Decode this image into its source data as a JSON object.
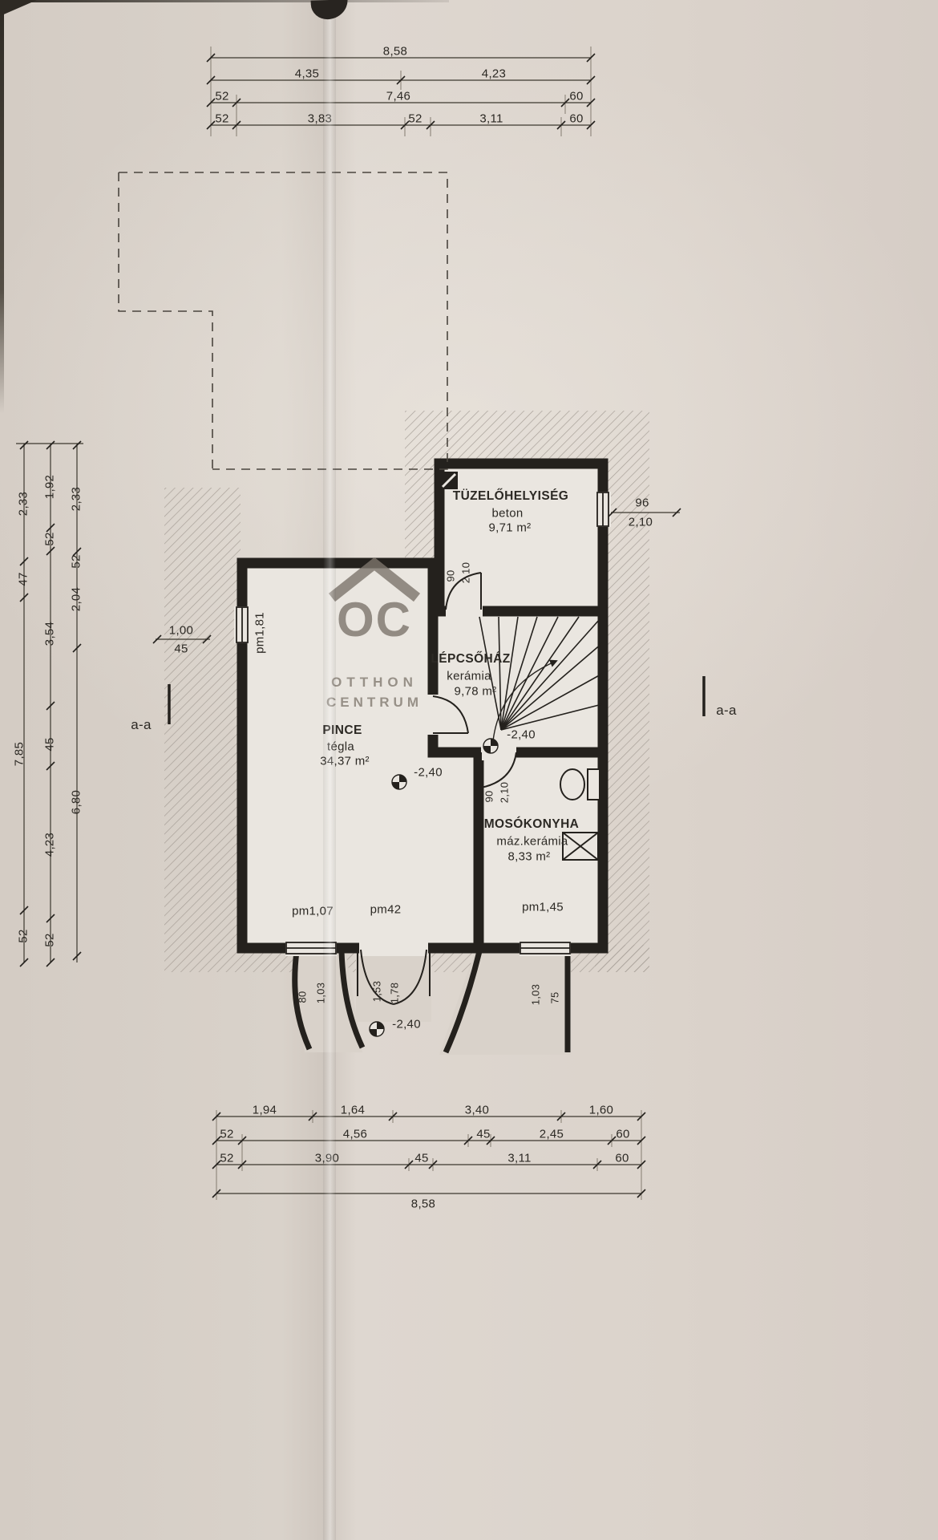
{
  "watermark": {
    "logo": "OC",
    "line1": "OTTHON",
    "line2": "CENTRUM"
  },
  "rooms": {
    "tuzelo": {
      "name": "TÜZELŐHELYISÉG",
      "material": "beton",
      "area": "9,71 m²"
    },
    "lepcso": {
      "name": "LÉPCSŐHÁZ",
      "material": "kerámia",
      "area": "9,78 m²"
    },
    "pince": {
      "name": "PINCE",
      "material": "tégla",
      "area": "34,37 m²"
    },
    "moso": {
      "name": "MOSÓKONYHA",
      "material": "máz.kerámia",
      "area": "8,33 m²"
    }
  },
  "section": {
    "left": "a-a",
    "right": "a-a"
  },
  "levels": {
    "lepcso": "-2,40",
    "pince": "-2,40",
    "exterior": "-2,40"
  },
  "top_dims": {
    "total": "8,58",
    "r2_1": "4,35",
    "r2_2": "4,23",
    "r3_1": "52",
    "r3_2": "7,46",
    "r3_3": "60",
    "r4_1": "52",
    "r4_2": "3,83",
    "r4_3": "52",
    "r4_4": "3,11",
    "r4_5": "60"
  },
  "left_dims": {
    "a1": "2,33",
    "a2": "47",
    "a3": "7,85",
    "a4": "52",
    "b1": "1,92",
    "b2": "52",
    "b3": "3,54",
    "b4": "45",
    "b5": "4,23",
    "b6": "52",
    "c1": "2,33",
    "c2": "52",
    "c3": "2,04",
    "c4": "6,80"
  },
  "bottom_dims": {
    "r1_1": "1,94",
    "r1_2": "1,64",
    "r1_3": "3,40",
    "r1_4": "1,60",
    "r2_1": "52",
    "r2_2": "4,56",
    "r2_3": "45",
    "r2_4": "2,45",
    "r2_5": "60",
    "r3_1": "52",
    "r3_2": "3,90",
    "r3_3": "45",
    "r3_4": "3,11",
    "r3_5": "60",
    "total": "8,58"
  },
  "openings": {
    "pince_window": {
      "width": "1,00",
      "sill": "45",
      "pm": "pm1,81"
    },
    "tuzelo_door": {
      "w": "90",
      "h": "2,10"
    },
    "tuzelo_window": {
      "w": "96",
      "h": "2,10"
    },
    "moso_door": {
      "w": "90",
      "h": "2,10"
    },
    "pince_window_a": "pm1,07",
    "pince_door_b": "pm42",
    "moso_window_c": "pm1,45",
    "exit_a": {
      "d1": "80",
      "d2": "1,03"
    },
    "exit_b": {
      "d1": "1,53",
      "d2": "1,78"
    },
    "exit_c": {
      "d1": "1,03",
      "d2": "75"
    }
  }
}
